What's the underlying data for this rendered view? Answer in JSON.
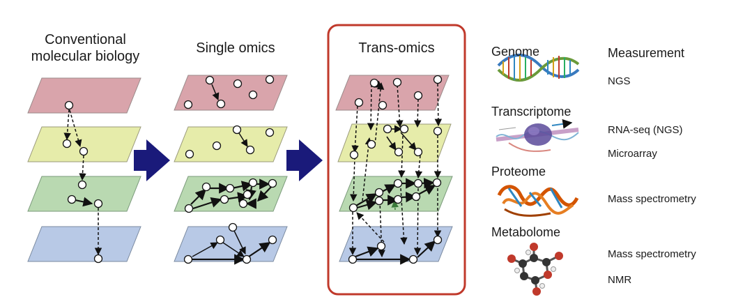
{
  "panels": {
    "conventional": {
      "title_line1": "Conventional",
      "title_line2": "molecular biology"
    },
    "single": {
      "title": "Single omics"
    },
    "trans": {
      "title": "Trans-omics",
      "frame_color": "#c0392b"
    }
  },
  "layer_colors": [
    "#d9a4ab",
    "#e6ecaa",
    "#b9d9b1",
    "#b8c9e6"
  ],
  "arrow_color": "#1a1a7a",
  "omics": [
    {
      "name": "Genome",
      "illustration": "dna-double-helix-icon",
      "measurements": [
        "NGS"
      ]
    },
    {
      "name": "Transcriptome",
      "illustration": "rna-polymerase-icon",
      "measurements": [
        "RNA-seq (NGS)",
        "Microarray"
      ]
    },
    {
      "name": "Proteome",
      "illustration": "protein-structure-icon",
      "measurements": [
        "Mass spectrometry"
      ]
    },
    {
      "name": "Metabolome",
      "illustration": "molecule-model-icon",
      "measurements": [
        "Mass spectrometry",
        "NMR"
      ]
    }
  ],
  "measurement_header": "Measurement"
}
